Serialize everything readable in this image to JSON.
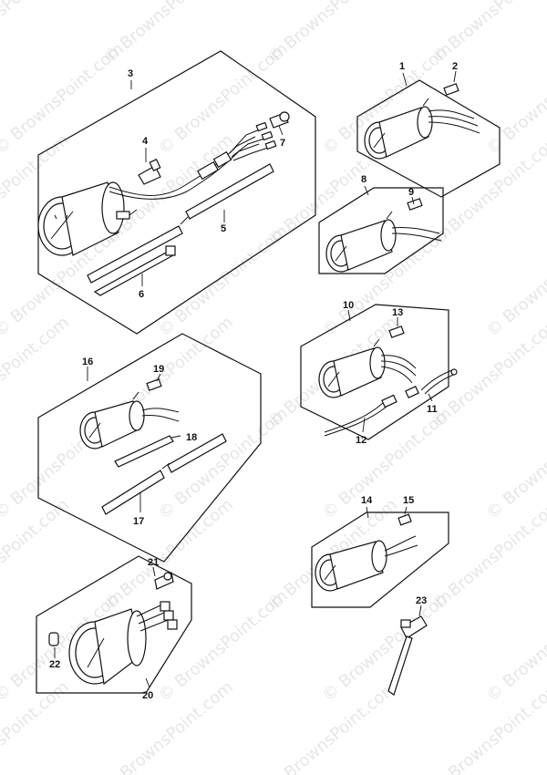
{
  "watermark": "© BrownsPoint.com",
  "callouts": {
    "c1": "1",
    "c2": "2",
    "c3": "3",
    "c4": "4",
    "c5": "5",
    "c6": "6",
    "c7": "7",
    "c8": "8",
    "c9": "9",
    "c10": "10",
    "c11": "11",
    "c12": "12",
    "c13": "13",
    "c14": "14",
    "c15": "15",
    "c16": "16",
    "c17": "17",
    "c18": "18",
    "c19": "19",
    "c20": "20",
    "c21": "21",
    "c22": "22",
    "c23": "23"
  }
}
